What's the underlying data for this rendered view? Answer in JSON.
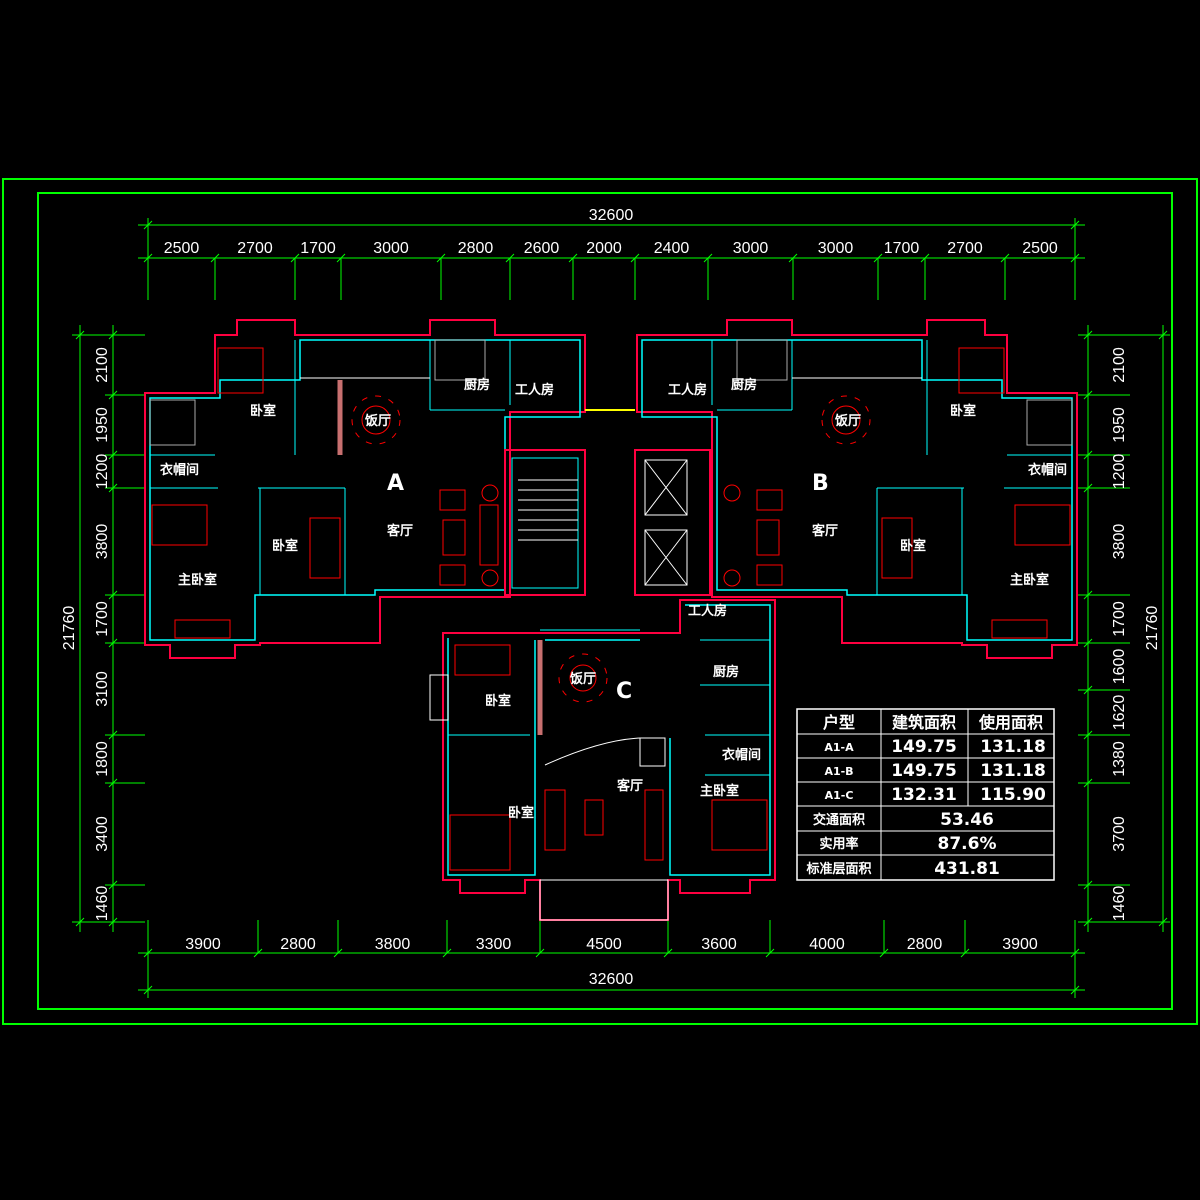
{
  "drawing": {
    "colors": {
      "frame": "#00ff00",
      "wall_outer": "#ff0040",
      "wall_inner": "#00ffff",
      "furniture": "#ff0000",
      "door": "#ffff00",
      "fill": "#c87070"
    },
    "top_dims": [
      "2500",
      "2700",
      "1700",
      "3000",
      "2800",
      "2600",
      "2000",
      "2400",
      "3000",
      "3000",
      "1700",
      "2700",
      "2500"
    ],
    "top_total": "32600",
    "bottom_dims": [
      "3900",
      "2800",
      "3800",
      "3300",
      "4500",
      "3600",
      "4000",
      "2800",
      "3900"
    ],
    "bottom_total": "32600",
    "left_dims": [
      "2100",
      "1950",
      "1200",
      "3800",
      "1700",
      "3100",
      "1800",
      "3400",
      "1460"
    ],
    "left_total": "21760",
    "right_dims": [
      "2100",
      "1950",
      "1200",
      "3800",
      "1700",
      "1600",
      "1620",
      "1380",
      "3700",
      "1460"
    ],
    "right_total": "21760",
    "unit_labels": {
      "a": "A",
      "b": "B",
      "c": "C"
    },
    "rooms": {
      "a_bedroom1": "卧室",
      "a_dining": "饭厅",
      "a_kitchen": "厨房",
      "a_servant": "工人房",
      "a_closet": "衣帽间",
      "a_bedroom2": "卧室",
      "a_living": "客厅",
      "a_master": "主卧室",
      "b_bedroom1": "卧室",
      "b_dining": "饭厅",
      "b_kitchen": "厨房",
      "b_servant": "工人房",
      "b_closet": "衣帽间",
      "b_bedroom2": "卧室",
      "b_living": "客厅",
      "b_master": "主卧室",
      "c_bedroom1": "卧室",
      "c_dining": "饭厅",
      "c_kitchen": "厨房",
      "c_servant": "工人房",
      "c_closet": "衣帽间",
      "c_bedroom2": "卧室",
      "c_living": "客厅",
      "c_master": "主卧室"
    }
  },
  "area_table": {
    "headers": [
      "户型",
      "建筑面积",
      "使用面积"
    ],
    "rows": [
      {
        "type": "A1-A",
        "built": "149.75",
        "usable": "131.18"
      },
      {
        "type": "A1-B",
        "built": "149.75",
        "usable": "131.18"
      },
      {
        "type": "A1-C",
        "built": "132.31",
        "usable": "115.90"
      }
    ],
    "summary": [
      {
        "label": "交通面积",
        "value": "53.46"
      },
      {
        "label": "实用率",
        "value": "87.6%"
      },
      {
        "label": "标准层面积",
        "value": "431.81"
      }
    ]
  }
}
